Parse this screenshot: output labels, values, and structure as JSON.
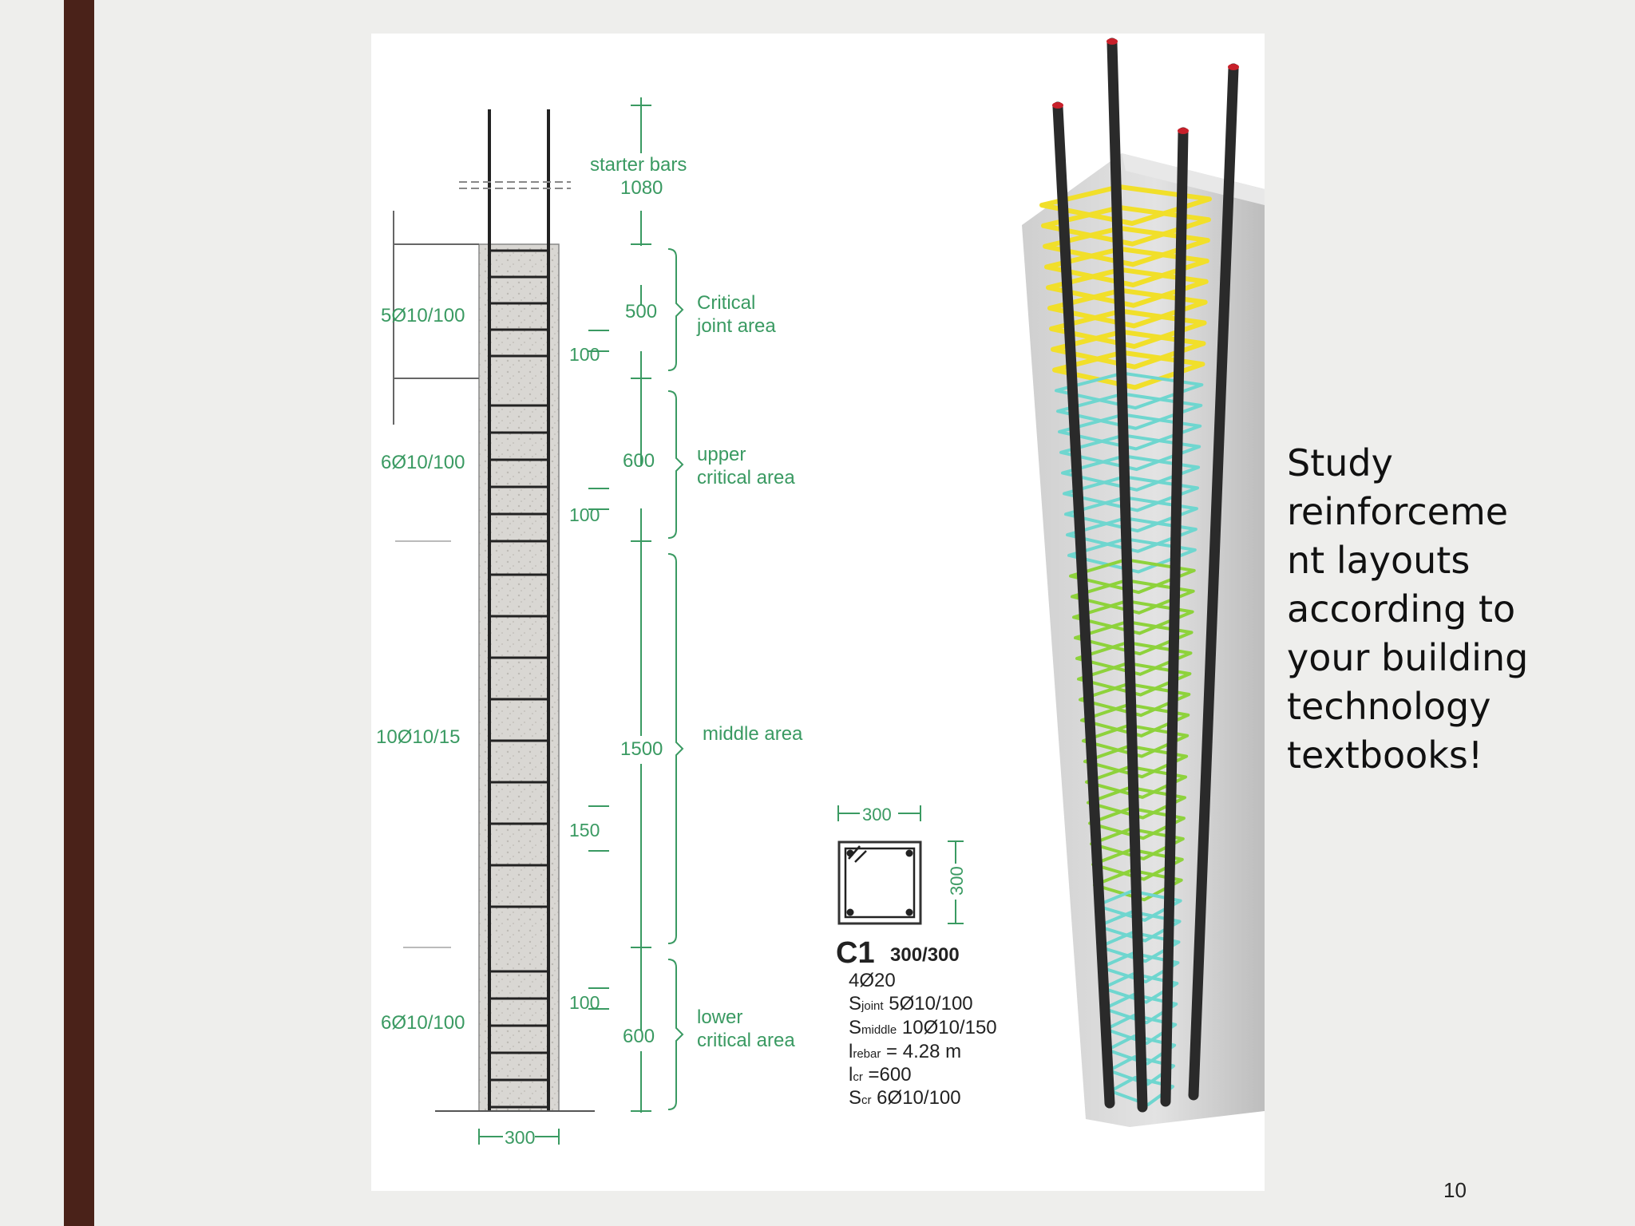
{
  "slide": {
    "side_text": "Study\nreinforceme\nnt layouts\naccording to\nyour building\ntechnology\ntextbooks!",
    "page_number": "10"
  },
  "colors": {
    "sidebar": "#4a2219",
    "dimension_green": "#3a9a62",
    "stirrup_yellow": "#f1df2a",
    "stirrup_cyan": "#6fd6cf",
    "stirrup_green": "#8ed23c",
    "rebar": "#2a2a2a",
    "rebar_cap": "#c8202a"
  },
  "elevation": {
    "starter_bars": "starter bars",
    "starter_len": "1080",
    "stirrup_joint": "5Ø10/100",
    "stirrup_upper": "6Ø10/100",
    "stirrup_middle": "10Ø10/15",
    "stirrup_lower": "6Ø10/100",
    "dim_joint": "500",
    "dim_upper": "600",
    "dim_middle": "1500",
    "dim_lower": "600",
    "spacing_1": "100",
    "spacing_2": "100",
    "spacing_3": "150",
    "spacing_4": "100",
    "zone_joint_1": "Critical",
    "zone_joint_2": "joint area",
    "zone_upper_1": "upper",
    "zone_upper_2": "critical area",
    "zone_middle": "middle area",
    "zone_lower_1": "lower",
    "zone_lower_2": "critical area",
    "width": "300"
  },
  "section": {
    "width": "300",
    "height": "300",
    "name": "C1",
    "size": "300/300",
    "bars": "4Ø20",
    "s_joint_label": "S",
    "s_joint_sub": "joint",
    "s_joint_val": " 5Ø10/100",
    "s_middle_label": "S",
    "s_middle_sub": "middle",
    "s_middle_val": " 10Ø10/150",
    "l_rebar_label": "l",
    "l_rebar_sub": "rebar",
    "l_rebar_val": " = 4.28 m",
    "l_cr_label": "l",
    "l_cr_sub": "cr",
    "l_cr_val": " =600",
    "s_cr_label": "S",
    "s_cr_sub": "cr",
    "s_cr_val": " 6Ø10/100"
  }
}
